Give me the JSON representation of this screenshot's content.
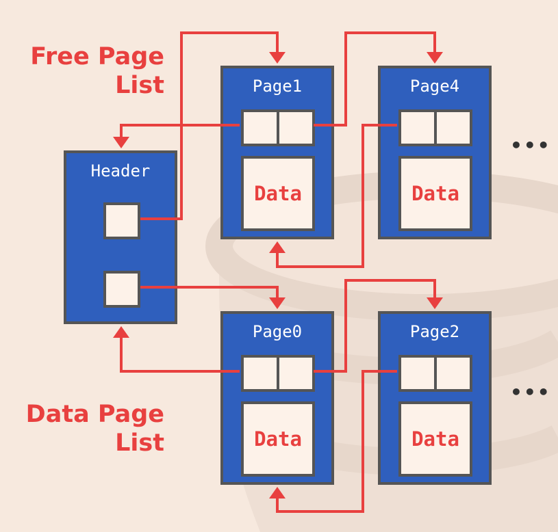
{
  "labels": {
    "free_list_line1": "Free Page",
    "free_list_line2": "List",
    "data_list_line1": "Data Page",
    "data_list_line2": "List"
  },
  "header": {
    "title": "Header"
  },
  "pages": {
    "page1": {
      "title": "Page1",
      "data": "Data"
    },
    "page4": {
      "title": "Page4",
      "data": "Data"
    },
    "page0": {
      "title": "Page0",
      "data": "Data"
    },
    "page2": {
      "title": "Page2",
      "data": "Data"
    }
  },
  "ellipsis_top": "•••",
  "ellipsis_bottom": "•••",
  "colors": {
    "background": "#f7e9de",
    "box_fill": "#2f5fbd",
    "border": "#555555",
    "slot_fill": "#fdf2e9",
    "arrow": "#e8403f",
    "watermark": "#eaddd3"
  }
}
